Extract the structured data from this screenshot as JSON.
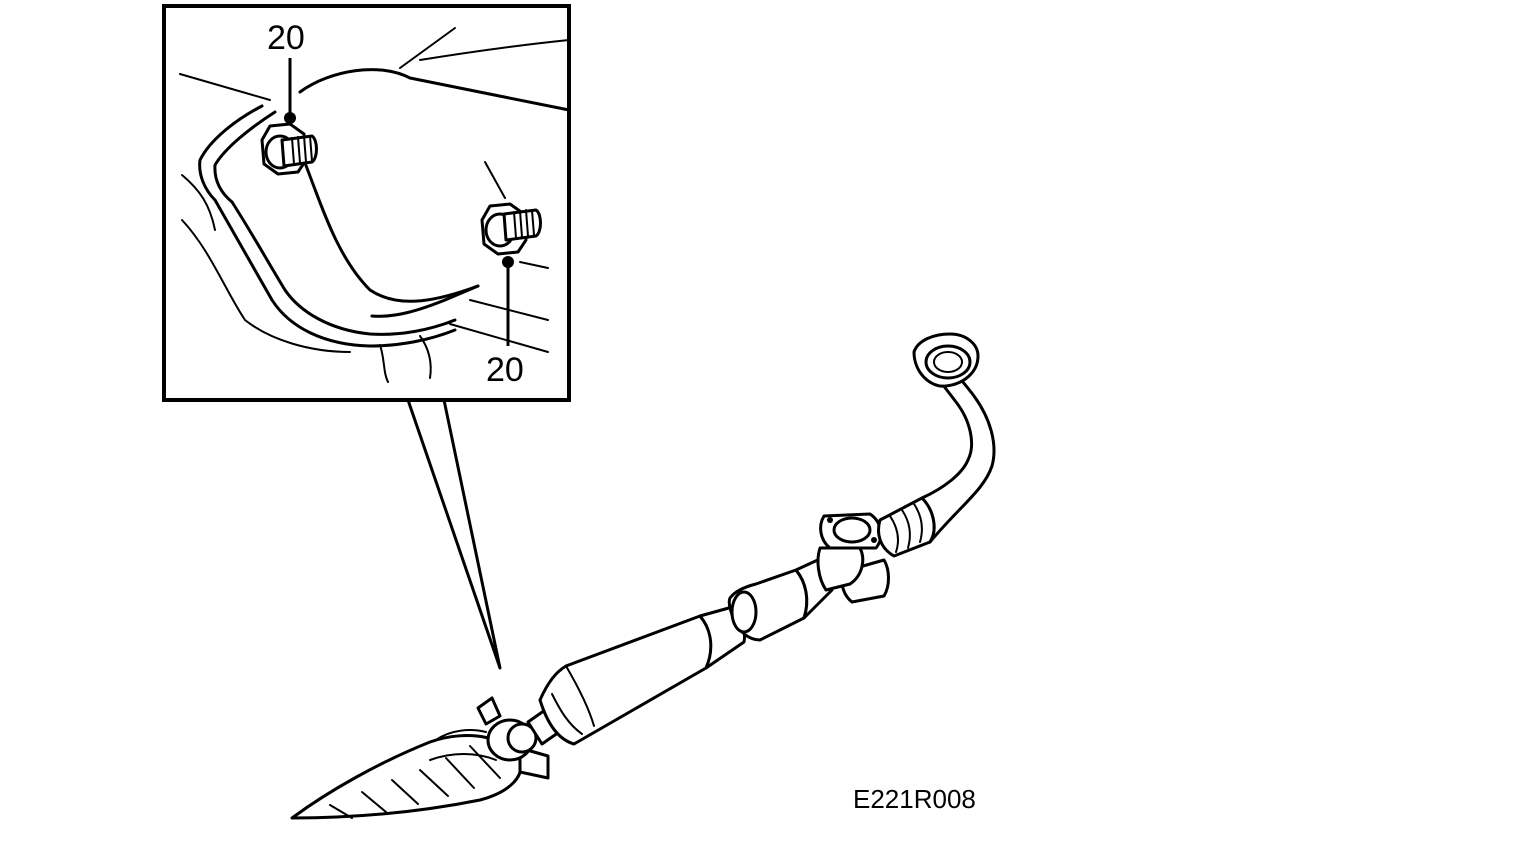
{
  "callouts": {
    "top_label": "20",
    "bottom_label": "20"
  },
  "figure": {
    "code": "E221R008"
  },
  "colors": {
    "line": "#000000",
    "background": "#ffffff"
  }
}
